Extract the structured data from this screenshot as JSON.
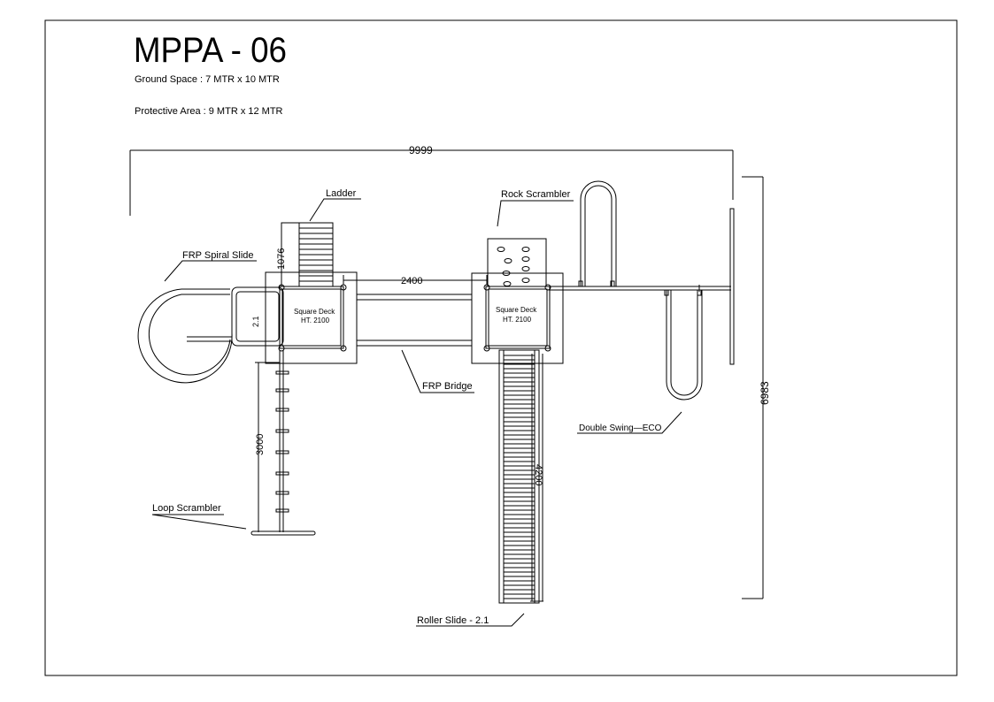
{
  "title": "MPPA - 06",
  "ground_space": "Ground Space  :  7 MTR    x 10 MTR",
  "protective_area": "Protective Area :  9 MTR  x 12 MTR",
  "labels": {
    "ladder": "Ladder",
    "rock_scrambler": "Rock Scrambler",
    "frp_spiral_slide": "FRP Spiral Slide",
    "frp_bridge": "FRP Bridge",
    "double_swing": "Double Swing—ECO",
    "loop_scrambler": "Loop Scrambler",
    "roller_slide": "Roller Slide - 2.1",
    "deck1_line1": "Square Deck",
    "deck1_line2": "HT. 2100",
    "deck2_line1": "Square Deck",
    "deck2_line2": "HT. 2100"
  },
  "dimensions": {
    "overall_width": "9999",
    "overall_depth": "6983",
    "ladder_height": "1076",
    "bridge_length": "2400",
    "spiral_width": "2.1",
    "loop_height": "3000",
    "slide_length": "4200"
  }
}
